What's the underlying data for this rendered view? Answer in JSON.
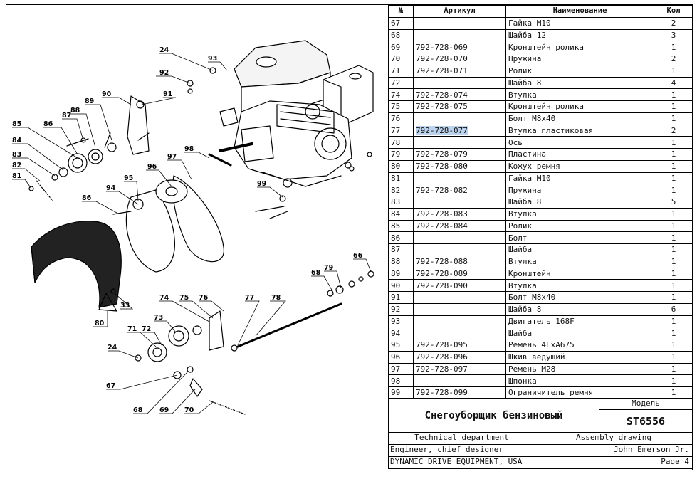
{
  "table": {
    "headers": {
      "num": "№",
      "article": "Артикул",
      "name": "Наименование",
      "qty": "Кол"
    },
    "selected_row": 10,
    "rows": [
      {
        "num": "67",
        "article": "",
        "name": "Гайка М10",
        "qty": "2"
      },
      {
        "num": "68",
        "article": "",
        "name": "Шайба 12",
        "qty": "3"
      },
      {
        "num": "69",
        "article": "792-728-069",
        "name": "Кронштейн ролика",
        "qty": "1"
      },
      {
        "num": "70",
        "article": "792-728-070",
        "name": "Пружина",
        "qty": "2"
      },
      {
        "num": "71",
        "article": "792-728-071",
        "name": "Ролик",
        "qty": "1"
      },
      {
        "num": "72",
        "article": "",
        "name": "Шайба 8",
        "qty": "4"
      },
      {
        "num": "74",
        "article": "792-728-074",
        "name": "Втулка",
        "qty": "1"
      },
      {
        "num": "75",
        "article": "792-728-075",
        "name": "Кронштейн ролика",
        "qty": "1"
      },
      {
        "num": "76",
        "article": "",
        "name": "Болт M8x40",
        "qty": "1"
      },
      {
        "num": "77",
        "article": "792-728-077",
        "name": "Втулка пластиковая",
        "qty": "2"
      },
      {
        "num": "78",
        "article": "",
        "name": "Ось",
        "qty": "1"
      },
      {
        "num": "79",
        "article": "792-728-079",
        "name": "Пластина",
        "qty": "1"
      },
      {
        "num": "80",
        "article": "792-728-080",
        "name": "Кожух ремня",
        "qty": "1"
      },
      {
        "num": "81",
        "article": "",
        "name": "Гайка М10",
        "qty": "1"
      },
      {
        "num": "82",
        "article": "792-728-082",
        "name": "Пружина",
        "qty": "1"
      },
      {
        "num": "83",
        "article": "",
        "name": "Шайба 8",
        "qty": "5"
      },
      {
        "num": "84",
        "article": "792-728-083",
        "name": "Втулка",
        "qty": "1"
      },
      {
        "num": "85",
        "article": "792-728-084",
        "name": "Ролик",
        "qty": "1"
      },
      {
        "num": "86",
        "article": "",
        "name": "Болт",
        "qty": "1"
      },
      {
        "num": "87",
        "article": "",
        "name": "Шайба",
        "qty": "1"
      },
      {
        "num": "88",
        "article": "792-728-088",
        "name": "Втулка",
        "qty": "1"
      },
      {
        "num": "89",
        "article": "792-728-089",
        "name": "Кронштейн",
        "qty": "1"
      },
      {
        "num": "90",
        "article": "792-728-090",
        "name": "Втулка",
        "qty": "1"
      },
      {
        "num": "91",
        "article": "",
        "name": "Болт M8x40",
        "qty": "1"
      },
      {
        "num": "92",
        "article": "",
        "name": "Шайба 8",
        "qty": "6"
      },
      {
        "num": "93",
        "article": "",
        "name": "Двигатель 168F",
        "qty": "1"
      },
      {
        "num": "94",
        "article": "",
        "name": "Шайба",
        "qty": "1"
      },
      {
        "num": "95",
        "article": "792-728-095",
        "name": "Ремень 4LxA675",
        "qty": "1"
      },
      {
        "num": "96",
        "article": "792-728-096",
        "name": "Шкив ведущий",
        "qty": "1"
      },
      {
        "num": "97",
        "article": "792-728-097",
        "name": "Ремень M28",
        "qty": "1"
      },
      {
        "num": "98",
        "article": "",
        "name": "Шпонка",
        "qty": "1"
      },
      {
        "num": "99",
        "article": "792-728-099",
        "name": "Ограничитель ремня",
        "qty": "1"
      }
    ]
  },
  "title_block": {
    "product_name": "Снегоуборщик бензиновый",
    "model_caption": "Модель",
    "model": "ST6556",
    "department": "Technical department",
    "drawing_type": "Assembly drawing",
    "role": "Engineer, chief designer",
    "person": "John Emerson Jr.",
    "company": "DYNAMIC DRIVE EQUIPMENT, USA",
    "page": "Page 4"
  },
  "callouts": [
    "24",
    "93",
    "92",
    "91",
    "90",
    "89",
    "88",
    "87",
    "86",
    "85",
    "84",
    "83",
    "82",
    "81",
    "98",
    "97",
    "96",
    "95",
    "94",
    "86",
    "99",
    "66",
    "68",
    "79",
    "74",
    "75",
    "76",
    "77",
    "78",
    "73",
    "71",
    "72",
    "24",
    "33",
    "80",
    "67",
    "68",
    "69",
    "70"
  ]
}
